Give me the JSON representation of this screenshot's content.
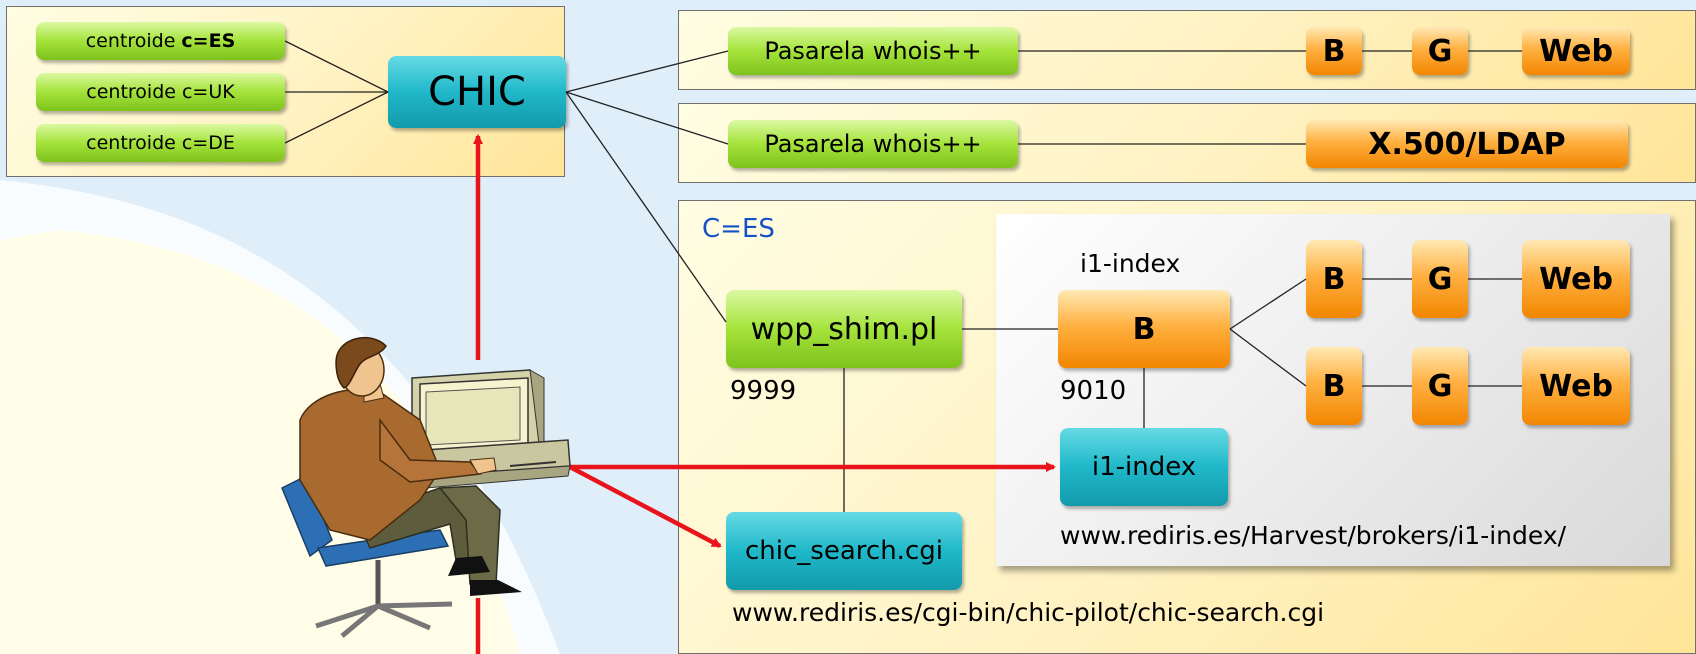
{
  "centroids": [
    {
      "prefix": "centroide ",
      "country": "c=ES"
    },
    {
      "prefix": "centroide c=UK",
      "country": ""
    },
    {
      "prefix": "centroide c=DE",
      "country": ""
    }
  ],
  "chic": "CHIC",
  "gateway1": {
    "label": "Pasarela whois++",
    "b": "B",
    "g": "G",
    "web": "Web"
  },
  "gateway2": {
    "label": "Pasarela whois++",
    "ldap": "X.500/LDAP"
  },
  "es_panel": {
    "title": "C=ES",
    "wpp": "wpp_shim.pl",
    "wpp_port": "9999",
    "chic_search": "chic_search.cgi",
    "chic_search_url": "www.rediris.es/cgi-bin/chic-pilot/chic-search.cgi",
    "i1_title": "i1-index",
    "i1_broker": "B",
    "i1_port": "9010",
    "i1_box": "i1-index",
    "i1_url": "www.rediris.es/Harvest/brokers/i1-index/",
    "row1": {
      "b": "B",
      "g": "G",
      "web": "Web"
    },
    "row2": {
      "b": "B",
      "g": "G",
      "web": "Web"
    }
  },
  "colors": {
    "green": "#a4e33a",
    "teal": "#1fb8c9",
    "orange": "#ffb142",
    "arrow": "#e8141b",
    "panel": "#fff2c2",
    "es_title": "#1450c8"
  }
}
